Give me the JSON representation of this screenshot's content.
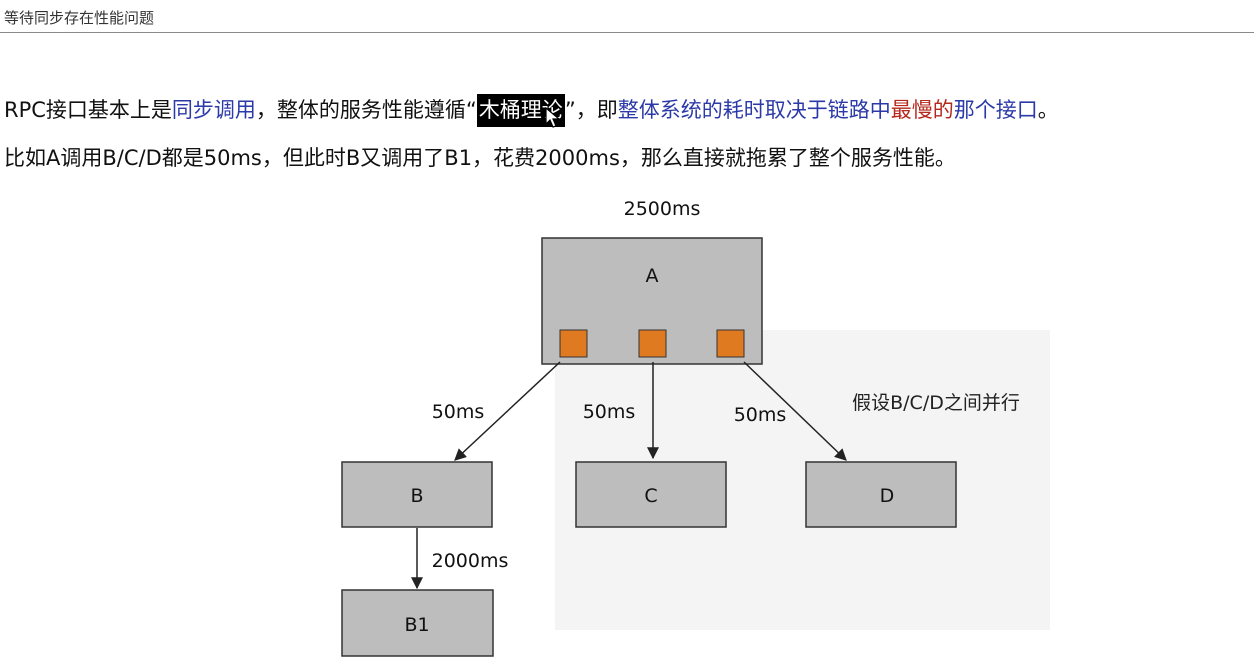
{
  "header": {
    "title": "等待同步存在性能问题"
  },
  "paragraph1": {
    "t1": "RPC接口基本上是",
    "t2": "同步调用",
    "t3": "，整体的服务性能遵循“",
    "t4": "木桶理论",
    "t5": "”，即",
    "t6": "整体系统的耗时取决于链路中",
    "t7": "最慢的",
    "t8": "那个接口",
    "t9": "。"
  },
  "paragraph2": {
    "text": "比如A调用B/C/D都是50ms，但此时B又调用了B1，花费2000ms，那么直接就拖累了整个服务性能。"
  },
  "diagram": {
    "total_label": "2500ms",
    "node_a": "A",
    "node_b": "B",
    "node_c": "C",
    "node_d": "D",
    "node_b1": "B1",
    "edge_ab": "50ms",
    "edge_ac": "50ms",
    "edge_ad": "50ms",
    "edge_bb1": "2000ms",
    "note": "假设B/C/D之间并行",
    "colors": {
      "box_fill": "#bdbdbd",
      "box_stroke": "#333333",
      "port_fill": "#e07a20",
      "note_panel": "#f4f4f4"
    },
    "icons": [
      "mouse-cursor-icon"
    ]
  }
}
